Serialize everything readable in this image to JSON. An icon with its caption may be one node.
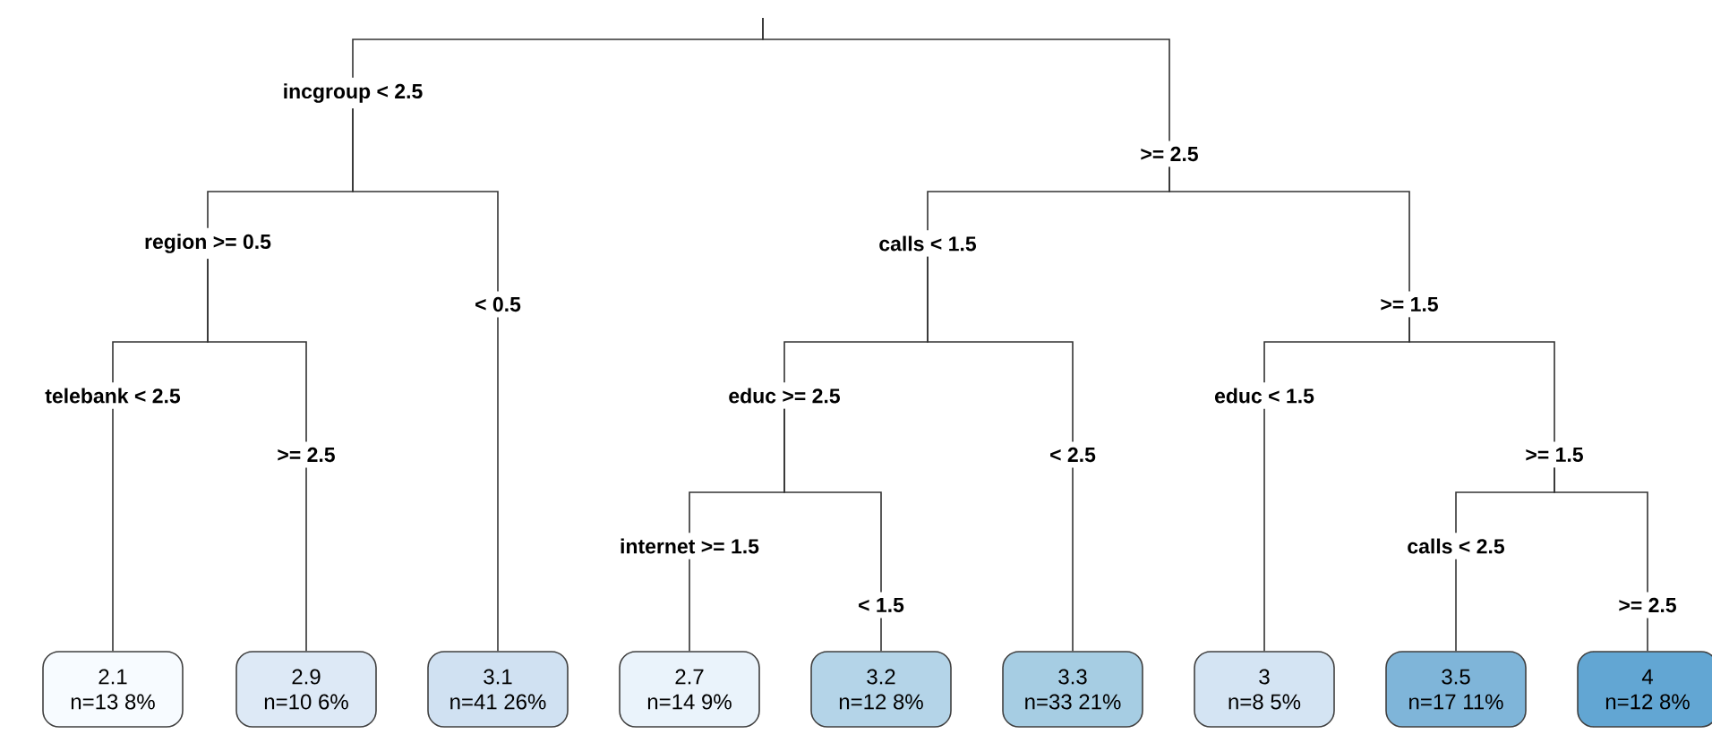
{
  "diagram": {
    "nodes": [
      {
        "text": [
          "incgroup < 2.5"
        ]
      },
      {
        "text": [
          ">= 2.5"
        ]
      },
      {
        "text": [
          "region >= 0.5"
        ]
      },
      {
        "text": [
          "< 0.5"
        ]
      },
      {
        "text": [
          "calls < 1.5"
        ]
      },
      {
        "text": [
          ">= 1.5"
        ]
      },
      {
        "text": [
          "telebank < 2.5"
        ]
      },
      {
        "text": [
          ">= 2.5"
        ]
      },
      {
        "text": [
          "educ >= 2.5"
        ]
      },
      {
        "text": [
          "< 2.5"
        ]
      },
      {
        "text": [
          "educ < 1.5"
        ]
      },
      {
        "text": [
          ">= 1.5"
        ]
      },
      {
        "text": [
          "internet >= 1.5"
        ]
      },
      {
        "text": [
          "< 1.5"
        ]
      },
      {
        "text": [
          "calls < 2.5"
        ]
      },
      {
        "text": [
          ">= 2.5"
        ]
      },
      {
        "text": [
          "2.1",
          "n=13 8%"
        ]
      },
      {
        "text": [
          "2.9",
          "n=10 6%"
        ]
      },
      {
        "text": [
          "3.1",
          "n=41 26%"
        ]
      },
      {
        "text": [
          "2.7",
          "n=14 9%"
        ]
      },
      {
        "text": [
          "3.2",
          "n=12 8%"
        ]
      },
      {
        "text": [
          "3.3",
          "n=33 21%"
        ]
      },
      {
        "text": [
          "3",
          "n=8 5%"
        ]
      },
      {
        "text": [
          "3.5",
          "n=17 11%"
        ]
      },
      {
        "text": [
          "4",
          "n=12 8%"
        ]
      }
    ],
    "edges": [
      {
        "from": null,
        "to": 0,
        "arrow": "none"
      },
      {
        "from": null,
        "to": 1,
        "arrow": "none"
      },
      {
        "from": 0,
        "to": 2,
        "arrow": "none"
      },
      {
        "from": 0,
        "to": 3,
        "arrow": "none"
      },
      {
        "from": 1,
        "to": 4,
        "arrow": "none"
      },
      {
        "from": 1,
        "to": 5,
        "arrow": "none"
      },
      {
        "from": 2,
        "to": 6,
        "arrow": "none"
      },
      {
        "from": 2,
        "to": 7,
        "arrow": "none"
      },
      {
        "from": 4,
        "to": 8,
        "arrow": "none"
      },
      {
        "from": 4,
        "to": 9,
        "arrow": "none"
      },
      {
        "from": 5,
        "to": 10,
        "arrow": "none"
      },
      {
        "from": 5,
        "to": 11,
        "arrow": "none"
      },
      {
        "from": 8,
        "to": 12,
        "arrow": "none"
      },
      {
        "from": 8,
        "to": 13,
        "arrow": "none"
      },
      {
        "from": 11,
        "to": 14,
        "arrow": "none"
      },
      {
        "from": 11,
        "to": 15,
        "arrow": "none"
      },
      {
        "from": 6,
        "to": 16,
        "arrow": "none"
      },
      {
        "from": 7,
        "to": 17,
        "arrow": "none"
      },
      {
        "from": 3,
        "to": 18,
        "arrow": "none"
      },
      {
        "from": 12,
        "to": 19,
        "arrow": "none"
      },
      {
        "from": 13,
        "to": 20,
        "arrow": "none"
      },
      {
        "from": 9,
        "to": 21,
        "arrow": "none"
      },
      {
        "from": 10,
        "to": 22,
        "arrow": "none"
      },
      {
        "from": 14,
        "to": 23,
        "arrow": "none"
      },
      {
        "from": 15,
        "to": 24,
        "arrow": "none"
      }
    ]
  }
}
